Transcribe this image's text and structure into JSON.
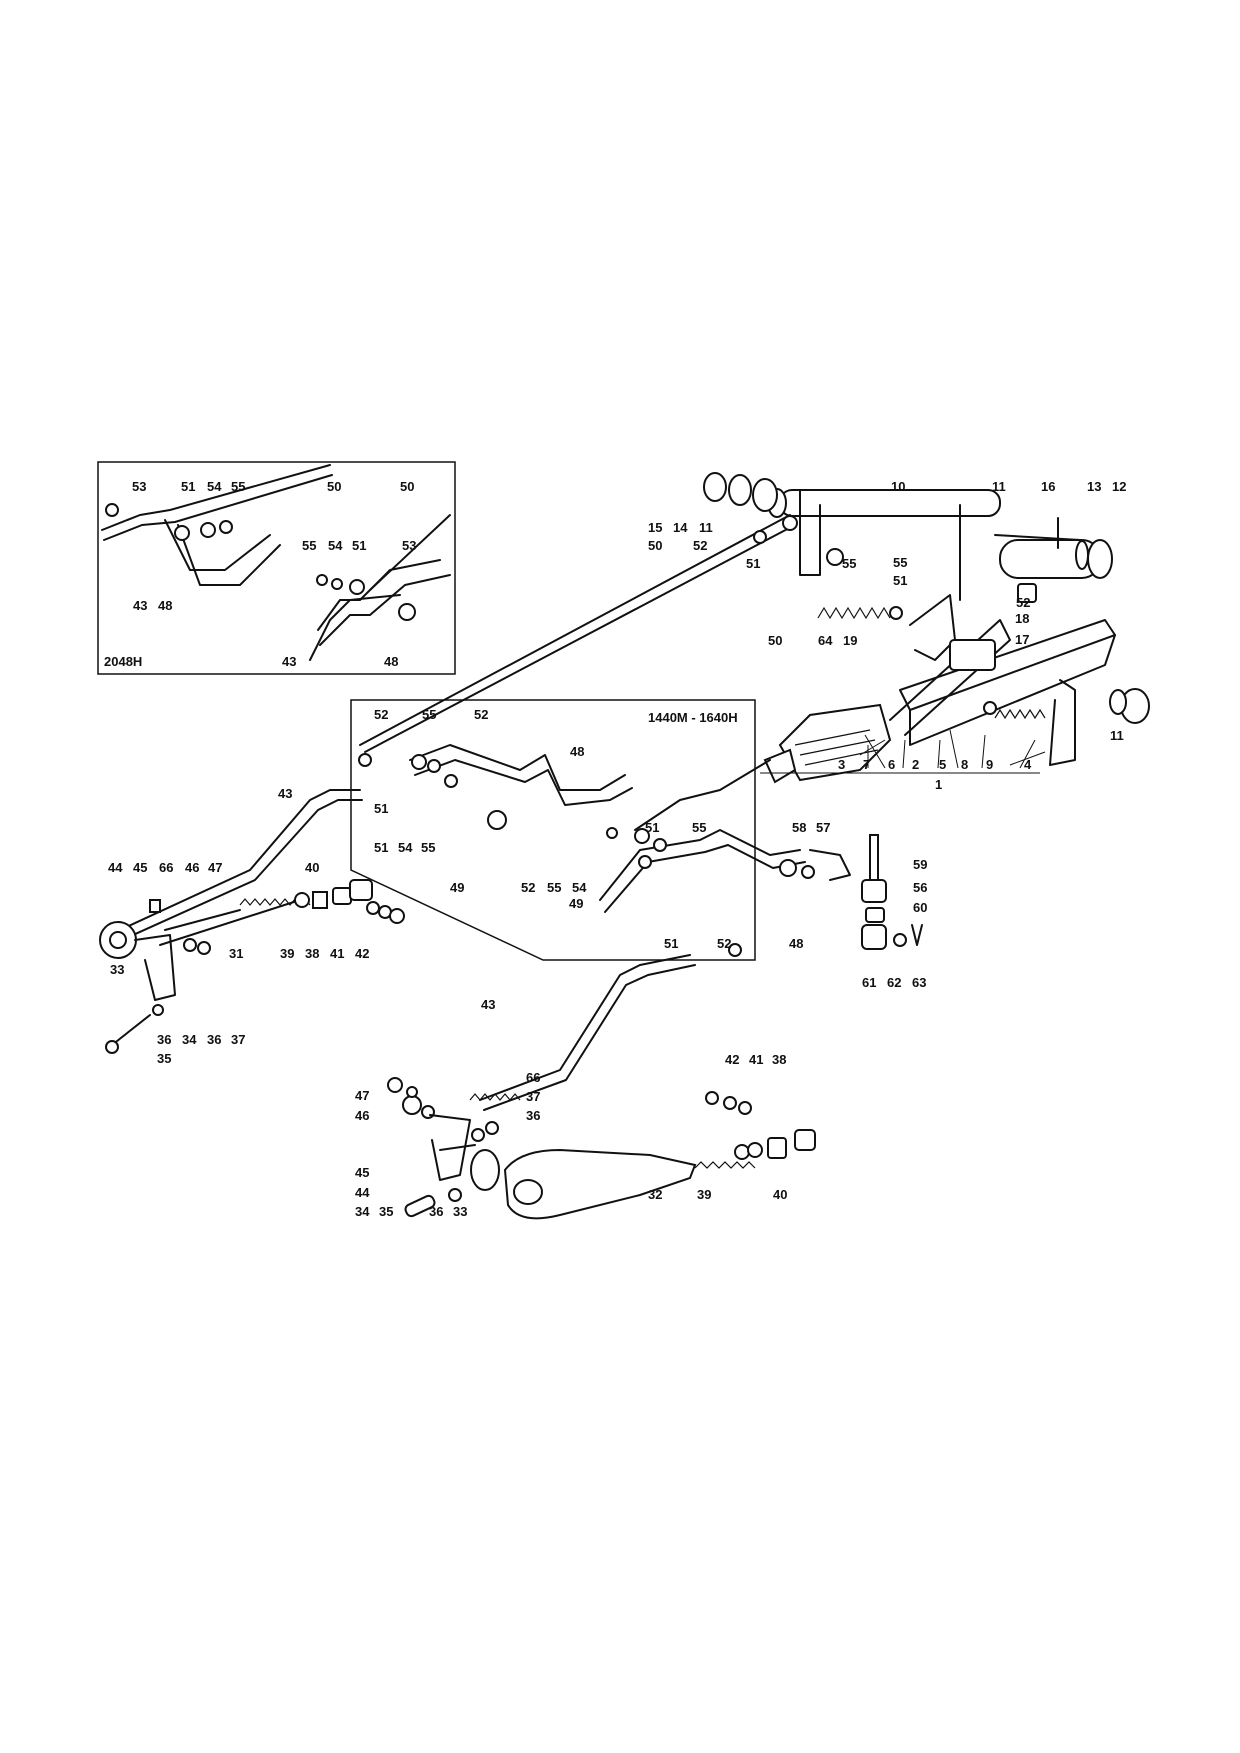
{
  "inset_left": {
    "title": "2048H"
  },
  "inset_center": {
    "title": "1440M - 1640H"
  },
  "callouts": [
    "53",
    "51",
    "54",
    "55",
    "50",
    "50",
    "55",
    "54",
    "51",
    "53",
    "43",
    "48",
    "43",
    "48",
    "15",
    "14",
    "11",
    "52",
    "50",
    "51",
    "55",
    "10",
    "11",
    "16",
    "13",
    "12",
    "55",
    "51",
    "52",
    "64",
    "19",
    "18",
    "17",
    "50",
    "11",
    "3",
    "7",
    "6",
    "2",
    "5",
    "8",
    "9",
    "4",
    "1",
    "52",
    "55",
    "52",
    "48",
    "51",
    "51",
    "54",
    "55",
    "49",
    "51",
    "55",
    "52",
    "55",
    "54",
    "49",
    "51",
    "52",
    "43",
    "58",
    "57",
    "59",
    "56",
    "60",
    "61",
    "62",
    "63",
    "48",
    "44",
    "45",
    "66",
    "46",
    "47",
    "40",
    "33",
    "31",
    "39",
    "38",
    "41",
    "42",
    "36",
    "34",
    "36",
    "37",
    "35",
    "43",
    "66",
    "47",
    "46",
    "37",
    "36",
    "42",
    "41",
    "38",
    "45",
    "44",
    "34",
    "35",
    "36",
    "33",
    "32",
    "39",
    "40"
  ]
}
